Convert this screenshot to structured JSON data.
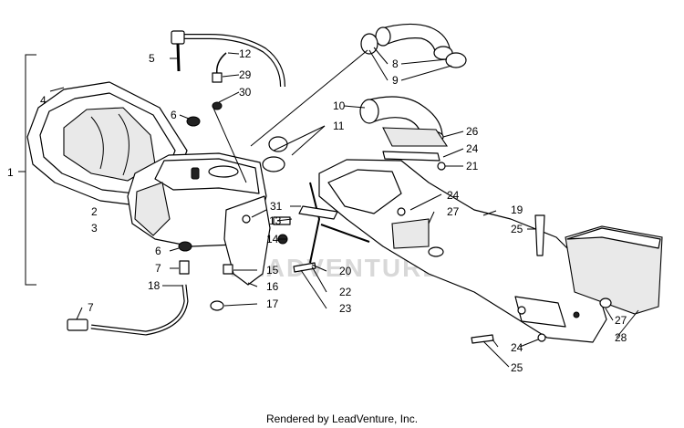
{
  "watermark": "LEADVENTURE",
  "caption": "Rendered by LeadVenture, Inc.",
  "callouts": {
    "c1": "1",
    "c2": "2",
    "c3": "3",
    "c4": "4",
    "c5": "5",
    "c6a": "6",
    "c6b": "6",
    "c7a": "7",
    "c7b": "7",
    "c8": "8",
    "c9": "9",
    "c10": "10",
    "c11": "11",
    "c12": "12",
    "c13": "13",
    "c14": "14",
    "c15": "15",
    "c16": "16",
    "c17": "17",
    "c18": "18",
    "c19": "19",
    "c20": "20",
    "c21": "21",
    "c22": "22",
    "c23": "23",
    "c24a": "24",
    "c24b": "24",
    "c24c": "24",
    "c25a": "25",
    "c25b": "25",
    "c26": "26",
    "c27a": "27",
    "c27b": "27",
    "c28": "28",
    "c29": "29",
    "c30": "30",
    "c31": "31"
  }
}
